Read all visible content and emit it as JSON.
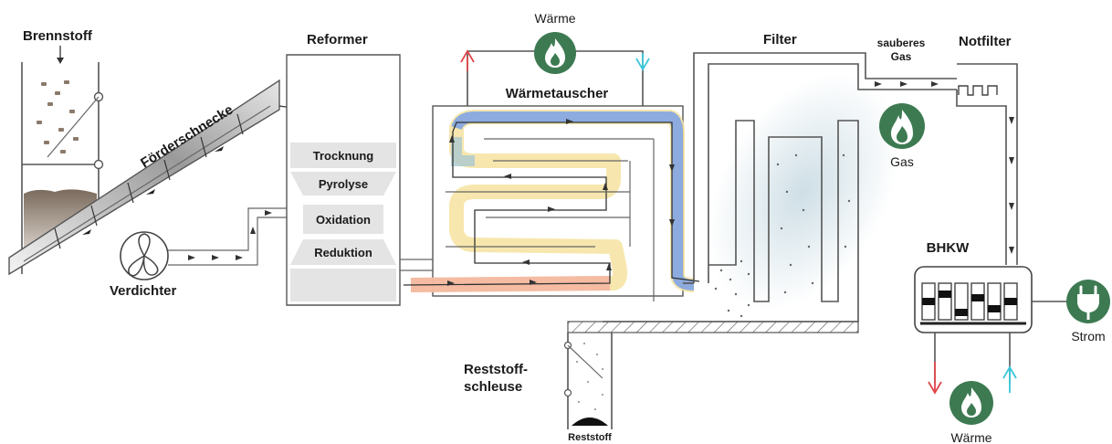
{
  "labels": {
    "brennstoff": "Brennstoff",
    "foerderschnecke": "Förderschnecke",
    "verdichter": "Verdichter",
    "reformer": "Reformer",
    "trocknung": "Trocknung",
    "pyrolyse": "Pyrolyse",
    "oxidation": "Oxidation",
    "reduktion": "Reduktion",
    "waerme_top": "Wärme",
    "waermetauscher": "Wärmetauscher",
    "filter": "Filter",
    "sauberes_1": "sauberes",
    "sauberes_2": "Gas",
    "notfilter": "Notfilter",
    "gas": "Gas",
    "bhkw": "BHKW",
    "strom": "Strom",
    "waerme_bottom": "Wärme",
    "reststoffschleuse_1": "Reststoff-",
    "reststoffschleuse_2": "schleuse",
    "reststoff": "Reststoff"
  },
  "icons": {
    "waerme_top": "flame-icon",
    "gas": "fire-icon",
    "strom": "plug-icon",
    "waerme_bottom": "flame-icon",
    "verdichter": "fan-icon"
  },
  "colors": {
    "icon_green": "#3d7a52",
    "hot_out": "#e0464a",
    "cold_in": "#39c7d9",
    "stream_red": "#f4b6a2",
    "stream_yellow": "#f6e3a0",
    "stream_blue": "#5b7fd1",
    "zone_gray": "#e4e4e4",
    "mist": "#c9dbe3"
  }
}
